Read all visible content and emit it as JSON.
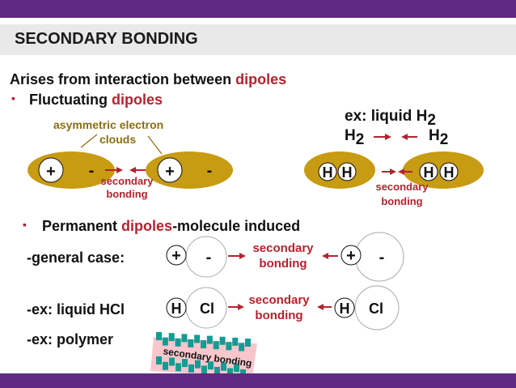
{
  "slide": {
    "title": "SECONDARY BONDING",
    "intro_prefix": "Arises from interaction between ",
    "intro_highlight": "dipoles",
    "bullet1_prefix": "Fluctuating ",
    "bullet1_highlight": "dipoles",
    "bullet2_highlight": "dipoles",
    "bullet2_prefix": "Permanent ",
    "bullet2_suffix": "-molecule induced",
    "asym_line1": "asymmetric electron",
    "asym_line2": "clouds",
    "ex_liquid": "ex:  liquid H",
    "ex_sub": "2",
    "h2_left": "H",
    "h2_left_sub": "2",
    "h2_right": "H",
    "h2_right_sub": "2",
    "general_case": "-general case:",
    "liquid_hcl": "-ex: liquid HCl",
    "polymer": "-ex: polymer",
    "secondary": "secondary",
    "bonding": "bonding",
    "polymer_label": "secondary bonding",
    "plus": "+",
    "minus": "-",
    "atom_h": "H",
    "atom_cl": "Cl"
  },
  "colors": {
    "accent_purple": "#5e2a84",
    "cloud_gold": "#c79b12",
    "dipole_red": "#b3232f",
    "chain_teal": "#119d93",
    "polymer_pink": "#f8c6cc"
  }
}
